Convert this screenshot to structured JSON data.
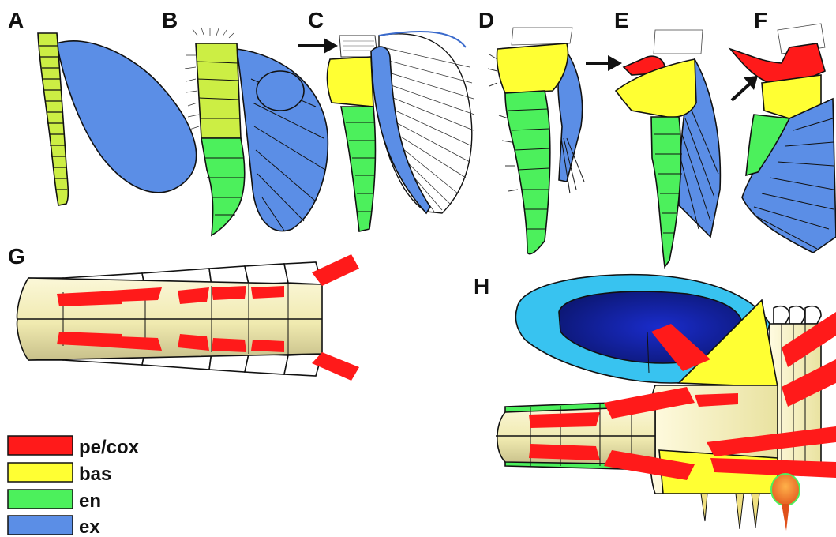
{
  "panels": {
    "A": "A",
    "B": "B",
    "C": "C",
    "D": "D",
    "E": "E",
    "F": "F",
    "G": "G",
    "H": "H"
  },
  "legend": [
    {
      "label": "pe/cox",
      "color": "#ff1a1a"
    },
    {
      "label": "bas",
      "color": "#ffff33"
    },
    {
      "label": "en",
      "color": "#4cf05c"
    },
    {
      "label": "ex",
      "color": "#5b8ee6"
    }
  ],
  "colors": {
    "precoxa_coxa": "#ff1a1a",
    "basipod": "#ffff33",
    "endopod": "#4cf05c",
    "exopod": "#5b8ee6",
    "early_endopod": "#ccee44",
    "cyan_shield": "#38c3f0",
    "dark_blue": "#1a2ccc",
    "orange_gland": "#ff7a1a"
  },
  "icons": {
    "arrow_C": "right-arrow-icon",
    "arrow_E": "right-arrow-icon",
    "arrow_F": "up-right-arrow-icon"
  }
}
